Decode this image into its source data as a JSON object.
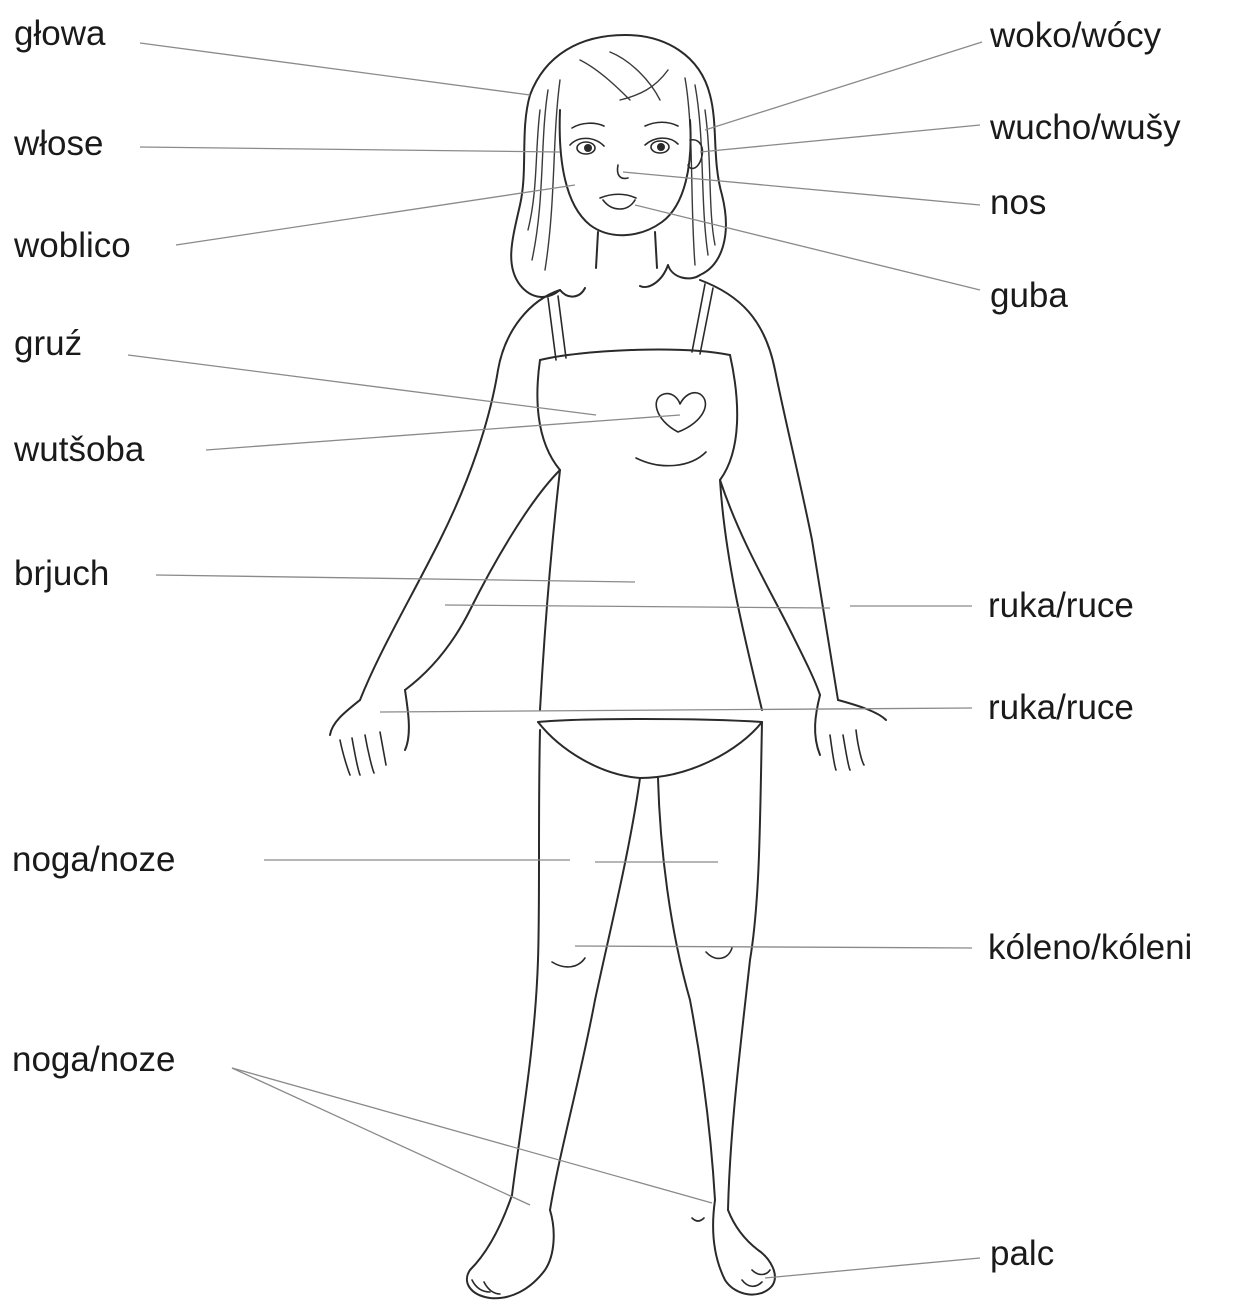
{
  "labels": {
    "head": "głowa",
    "hair": "włose",
    "face": "woblico",
    "chest": "gruź",
    "heart": "wutšoba",
    "belly": "brjuch",
    "legs_upper": "noga/noze",
    "legs_lower": "noga/noze",
    "eyes": "woko/wócy",
    "ears": "wucho/wušy",
    "nose": "nos",
    "mouth": "guba",
    "arms": "ruka/ruce",
    "hands": "ruka/ruce",
    "knees": "kóleno/kóleni",
    "toe": "palc"
  }
}
